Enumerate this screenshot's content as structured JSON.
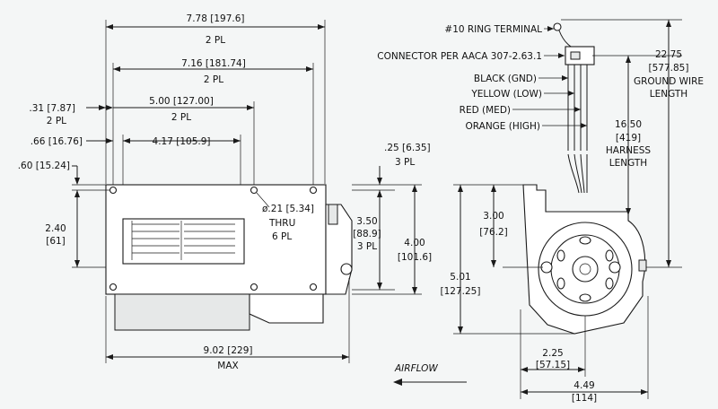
{
  "dims": {
    "overall_width_a": "7.78 [197.6]",
    "overall_width_a_pl": "2 PL",
    "overall_width_b": "7.16 [181.74]",
    "overall_width_b_pl": "2 PL",
    "hole_offset_a": ".31 [7.87]",
    "hole_offset_a_pl": "2 PL",
    "hole_spacing_a": "5.00 [127.00]",
    "hole_spacing_a_pl": "2 PL",
    "hole_offset_b": ".66 [16.76]",
    "hole_spacing_b": "4.17 [105.9]",
    "hole_offset_c": ".60 [15.24]",
    "flange_offset": ".25 [6.35]",
    "flange_offset_pl": "3 PL",
    "hole_dia": "ø.21 [5.34]",
    "hole_dia_thru": "THRU",
    "hole_dia_pl": "6 PL",
    "height_a_in": "2.40",
    "height_a_mm": "[61]",
    "height_b_in": "3.50",
    "height_b_mm": "[88.9]",
    "height_b_pl": "3 PL",
    "height_c_in": "4.00",
    "height_c_mm": "[101.6]",
    "length_max": "9.02 [229]",
    "length_max_label": "MAX",
    "side_height_a_in": "3.00",
    "side_height_a_mm": "[76.2]",
    "side_height_b_in": "5.01",
    "side_height_b_mm": "[127.25]",
    "side_width_a_in": "2.25",
    "side_width_a_mm": "[57.15]",
    "side_width_b_in": "4.49",
    "side_width_b_mm": "[114]",
    "harness_in": "16.50",
    "harness_mm": "[419]",
    "harness_l1": "HARNESS",
    "harness_l2": "LENGTH",
    "ground_in": "22.75",
    "ground_mm": "[577.85]",
    "ground_l1": "GROUND WIRE",
    "ground_l2": "LENGTH"
  },
  "wiring": {
    "ring_terminal": "#10 RING TERMINAL",
    "connector": "CONNECTOR PER AACA 307-2.63.1",
    "black": "BLACK (GND)",
    "yellow": "YELLOW (LOW)",
    "red": "RED (MED)",
    "orange": "ORANGE (HIGH)"
  },
  "airflow": "AIRFLOW"
}
